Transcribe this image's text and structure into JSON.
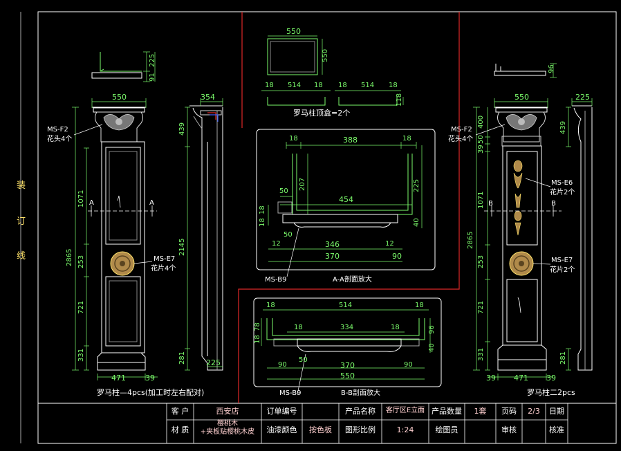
{
  "colors": {
    "background": "#000000",
    "lines": "#ffffff",
    "dimensions": "#7cfc6c",
    "highlight": "#ff3030",
    "detail": "#ffe36b"
  },
  "binding_margin": [
    "装",
    "订",
    "线"
  ],
  "views": {
    "left_column": {
      "title": "罗马柱—4pcs(加工时左右配对)",
      "tag1": "MS-F2",
      "tag1_desc": "花头4个",
      "tag2": "MS-E7",
      "tag2_desc": "花片4个",
      "section_mark": "A"
    },
    "right_column": {
      "title": "罗马柱二2pcs",
      "tag1": "MS-F2",
      "tag1_desc": "花头4个",
      "tag2": "MS-E6",
      "tag2_desc": "花片2个",
      "tag3": "MS-E7",
      "tag3_desc": "花片2个",
      "section_mark": "B"
    },
    "top_box": {
      "title": "罗马柱顶盒=2个"
    },
    "section_a": {
      "title": "A-A剖面放大",
      "tag": "MS-B9"
    },
    "section_b": {
      "title": "B-B剖面放大",
      "tag": "MS-B9"
    }
  },
  "dimensions": {
    "left_front": {
      "top_width": "550",
      "bottom_width": "471",
      "bottom_right": "39",
      "total_height": "2865",
      "segments": [
        "1071",
        "253",
        "721",
        "331"
      ]
    },
    "left_side": {
      "top_width": "354",
      "capital": "439",
      "shaft": "2145",
      "base": "281",
      "base_width": "225"
    },
    "left_top": {
      "h1": "225",
      "h2": "91"
    },
    "right_front": {
      "top_width": "550",
      "bottom_width": "471",
      "bottom_left": "39",
      "bottom_right": "39",
      "total_height": "2865",
      "segments": [
        "400",
        "50",
        "39",
        "1071",
        "253",
        "721",
        "331"
      ]
    },
    "right_side": {
      "top_width": "225",
      "capital": "439",
      "base": "281"
    },
    "right_top": {
      "h1": "96"
    },
    "top_box": {
      "width": "550",
      "height": "550",
      "row1": [
        "18",
        "514",
        "18"
      ],
      "row2": [
        "18",
        "514",
        "18"
      ],
      "side": "118"
    },
    "section_a": {
      "top": [
        "18",
        "388",
        "18"
      ],
      "h207": "207",
      "h225": "225",
      "w50": "50",
      "w454": "454",
      "left": [
        "18",
        "18"
      ],
      "r40": "40",
      "b50": "50",
      "row_346": [
        "12",
        "346",
        "12"
      ],
      "row_370": [
        "370",
        "90"
      ]
    },
    "section_b": {
      "top": [
        "18",
        "514",
        "18"
      ],
      "mid": [
        "18",
        "334",
        "18"
      ],
      "left": [
        "78",
        "18"
      ],
      "right": [
        "96",
        "40"
      ],
      "b50": "50",
      "row_370": [
        "90",
        "370",
        "90"
      ],
      "w550": "550"
    }
  },
  "title_block": {
    "row1": [
      {
        "label": "客  户"
      },
      {
        "value": "西安店"
      },
      {
        "label": "订单编号"
      },
      {
        "value": ""
      },
      {
        "label": "产品名称"
      },
      {
        "value": "客厅区E立面"
      },
      {
        "label": "产品数量"
      },
      {
        "value": "1套"
      },
      {
        "label": "页码"
      },
      {
        "value": "2/3"
      },
      {
        "label": "日期"
      },
      {
        "value": ""
      }
    ],
    "row2": [
      {
        "label": "材  质"
      },
      {
        "value": "樱桃木\n+夹板贴樱桃木皮"
      },
      {
        "label": "油漆颜色"
      },
      {
        "value": "按色板"
      },
      {
        "label": "图形比例"
      },
      {
        "value": "1:24"
      },
      {
        "label": "绘图员"
      },
      {
        "value": ""
      },
      {
        "label": "审核"
      },
      {
        "value": ""
      },
      {
        "label": "核准"
      },
      {
        "value": ""
      }
    ]
  }
}
